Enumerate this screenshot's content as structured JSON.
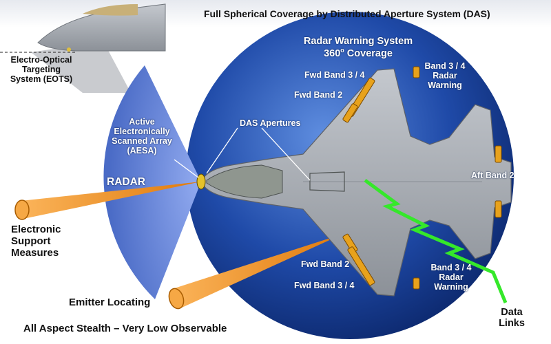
{
  "title": "Full Spherical Coverage by Distributed Aperture System (DAS)",
  "rws_title": "Radar Warning System",
  "rws_coverage": "360",
  "rws_coverage_sup": "o",
  "rws_coverage_suffix": " Coverage",
  "eots": [
    "Electro-Optical",
    "Targeting",
    "System (EOTS)"
  ],
  "aesa": [
    "Active",
    "Electronically",
    "Scanned Array",
    "(AESA)"
  ],
  "radar": "RADAR",
  "das_apertures": "DAS Apertures",
  "fwd_band_34": "Fwd Band 3 / 4",
  "fwd_band_2": "Fwd Band 2",
  "band34_radar_warning": [
    "Band 3 / 4",
    "Radar",
    "Warning"
  ],
  "aft_band_2": "Aft Band 2",
  "esm": [
    "Electronic",
    "Support",
    "Measures"
  ],
  "emitter_locating": "Emitter Locating",
  "stealth": "All Aspect Stealth –  Very Low Observable",
  "data_links": [
    "Data",
    "Links"
  ],
  "colors": {
    "das_sphere": "#0d2f82",
    "radar_fan": "#5f80d8",
    "beam_orange": "#f08c18",
    "band_strip": "#e8a21c",
    "data_link": "#35e82a",
    "aircraft": "#a9adb3"
  }
}
